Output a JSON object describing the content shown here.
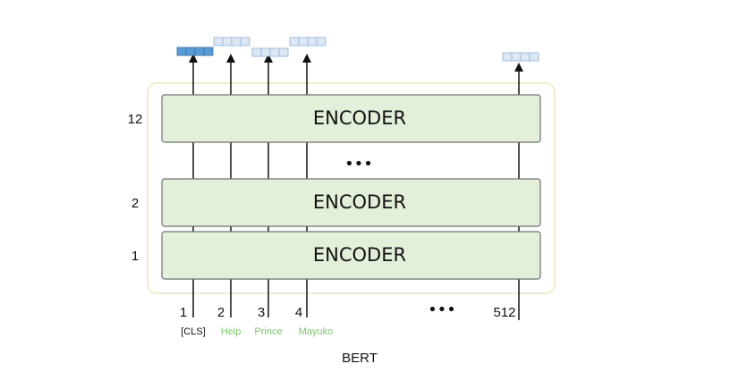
{
  "diagram": {
    "caption": "BERT",
    "encoders": [
      {
        "layer": "12",
        "label": "ENCODER"
      },
      {
        "layer": "2",
        "label": "ENCODER"
      },
      {
        "layer": "1",
        "label": "ENCODER"
      }
    ],
    "layer_ellipsis": "•••",
    "position_ellipsis": "•••",
    "positions": [
      {
        "position": "1",
        "token": "[CLS]"
      },
      {
        "position": "2",
        "token": "Help"
      },
      {
        "position": "3",
        "token": "Prince"
      },
      {
        "position": "4",
        "token": "Mayuko"
      },
      {
        "position": "512",
        "token": ""
      }
    ]
  },
  "colors": {
    "encoder_fill": "#e2f0d9",
    "encoder_stroke": "#6f6f6f",
    "outer_frame": "#f2ebcf",
    "cls_vector": "#5b9bd5",
    "token_vector": "#dde8f5",
    "token_text": "#7cc46a",
    "cls_text": "#111111"
  }
}
